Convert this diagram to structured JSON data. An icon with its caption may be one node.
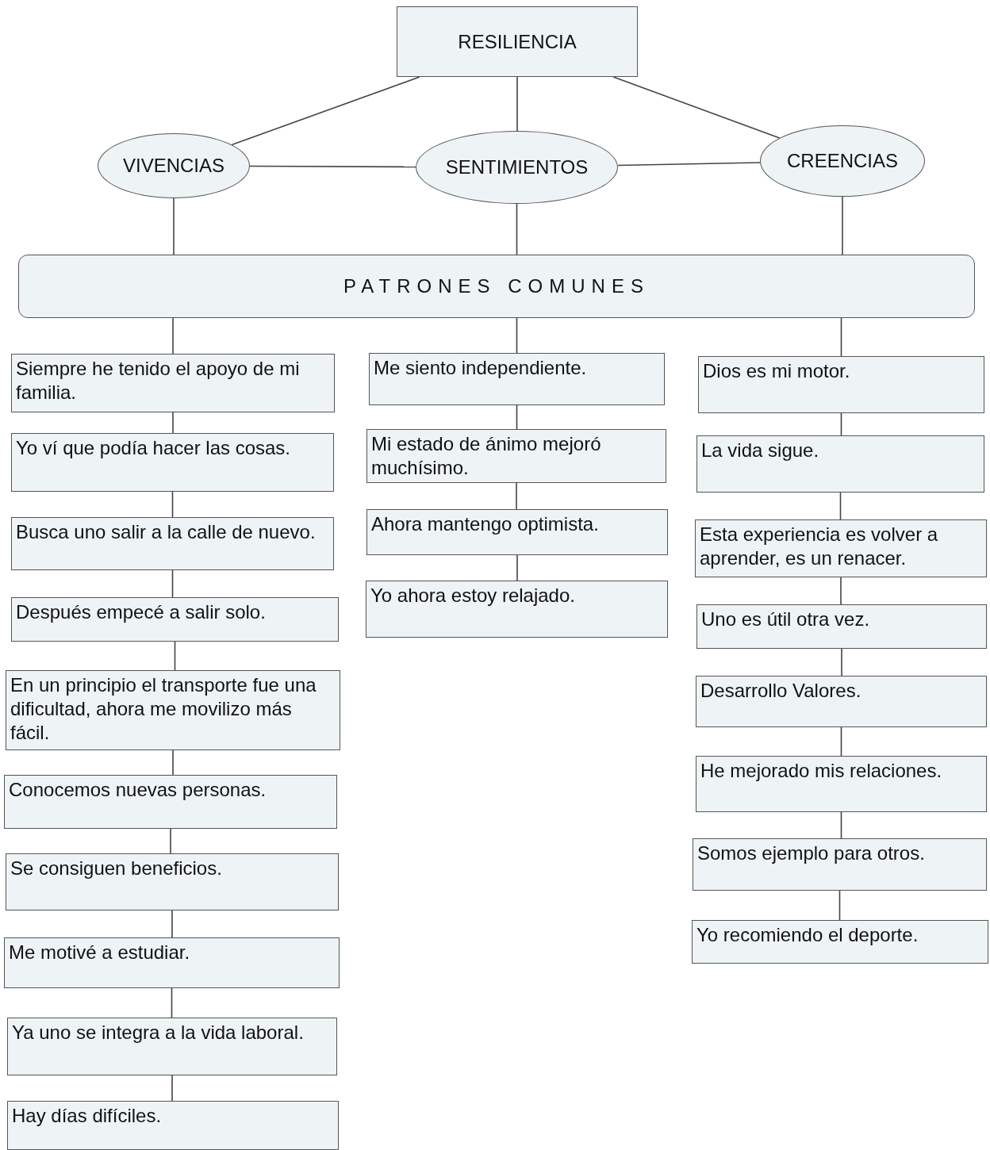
{
  "diagram": {
    "nodes": [
      {
        "text": [
          "RESILIENCIA"
        ]
      },
      {
        "text": [
          "VIVENCIAS"
        ]
      },
      {
        "text": [
          "SENTIMIENTOS"
        ]
      },
      {
        "text": [
          "CREENCIAS"
        ]
      },
      {
        "text": [
          "PATRONES COMUNES"
        ]
      },
      {
        "text": [
          "Siempre he tenido el apoyo de mi familia."
        ]
      },
      {
        "text": [
          "Yo ví que podía hacer las cosas."
        ]
      },
      {
        "text": [
          "Busca uno salir a la calle de nuevo."
        ]
      },
      {
        "text": [
          "Después empecé a salir solo."
        ]
      },
      {
        "text": [
          "En un principio el transporte fue una dificultad, ahora me movilizo más fácil."
        ]
      },
      {
        "text": [
          "Conocemos nuevas personas."
        ]
      },
      {
        "text": [
          "Se consiguen beneficios."
        ]
      },
      {
        "text": [
          "Me motivé a estudiar."
        ]
      },
      {
        "text": [
          "Ya uno se integra a la vida laboral."
        ]
      },
      {
        "text": [
          "Hay días difíciles."
        ]
      },
      {
        "text": [
          "Me siento independiente."
        ]
      },
      {
        "text": [
          "Mi estado de ánimo mejoró muchísimo."
        ]
      },
      {
        "text": [
          "Ahora mantengo optimista."
        ]
      },
      {
        "text": [
          "Yo ahora estoy relajado."
        ]
      },
      {
        "text": [
          "Dios es mi motor."
        ]
      },
      {
        "text": [
          "La vida sigue."
        ]
      },
      {
        "text": [
          "Esta experiencia es volver a aprender, es un renacer."
        ]
      },
      {
        "text": [
          "Uno es útil otra vez."
        ]
      },
      {
        "text": [
          "Desarrollo Valores."
        ]
      },
      {
        "text": [
          "He mejorado mis relaciones."
        ]
      },
      {
        "text": [
          "Somos ejemplo para otros."
        ]
      },
      {
        "text": [
          "Yo recomiendo el deporte."
        ]
      }
    ],
    "edges": [
      {
        "from": 0,
        "to": 1,
        "arrow": "none"
      },
      {
        "from": 0,
        "to": 2,
        "arrow": "none"
      },
      {
        "from": 0,
        "to": 3,
        "arrow": "none"
      },
      {
        "from": 1,
        "to": 2,
        "arrow": "none"
      },
      {
        "from": 2,
        "to": 3,
        "arrow": "none"
      },
      {
        "from": 1,
        "to": 4,
        "arrow": "none"
      },
      {
        "from": 2,
        "to": 4,
        "arrow": "none"
      },
      {
        "from": 3,
        "to": 4,
        "arrow": "none"
      },
      {
        "from": 4,
        "to": 5,
        "arrow": "none"
      },
      {
        "from": 5,
        "to": 6,
        "arrow": "none"
      },
      {
        "from": 6,
        "to": 7,
        "arrow": "none"
      },
      {
        "from": 7,
        "to": 8,
        "arrow": "none"
      },
      {
        "from": 8,
        "to": 9,
        "arrow": "none"
      },
      {
        "from": 9,
        "to": 10,
        "arrow": "none"
      },
      {
        "from": 10,
        "to": 11,
        "arrow": "none"
      },
      {
        "from": 11,
        "to": 12,
        "arrow": "none"
      },
      {
        "from": 12,
        "to": 13,
        "arrow": "none"
      },
      {
        "from": 13,
        "to": 14,
        "arrow": "none"
      },
      {
        "from": 4,
        "to": 15,
        "arrow": "none"
      },
      {
        "from": 15,
        "to": 16,
        "arrow": "none"
      },
      {
        "from": 16,
        "to": 17,
        "arrow": "none"
      },
      {
        "from": 17,
        "to": 18,
        "arrow": "none"
      },
      {
        "from": 4,
        "to": 19,
        "arrow": "none"
      },
      {
        "from": 19,
        "to": 20,
        "arrow": "none"
      },
      {
        "from": 20,
        "to": 21,
        "arrow": "none"
      },
      {
        "from": 21,
        "to": 22,
        "arrow": "none"
      },
      {
        "from": 22,
        "to": 23,
        "arrow": "none"
      },
      {
        "from": 23,
        "to": 24,
        "arrow": "none"
      },
      {
        "from": 24,
        "to": 25,
        "arrow": "none"
      },
      {
        "from": 25,
        "to": 26,
        "arrow": "none"
      }
    ]
  }
}
